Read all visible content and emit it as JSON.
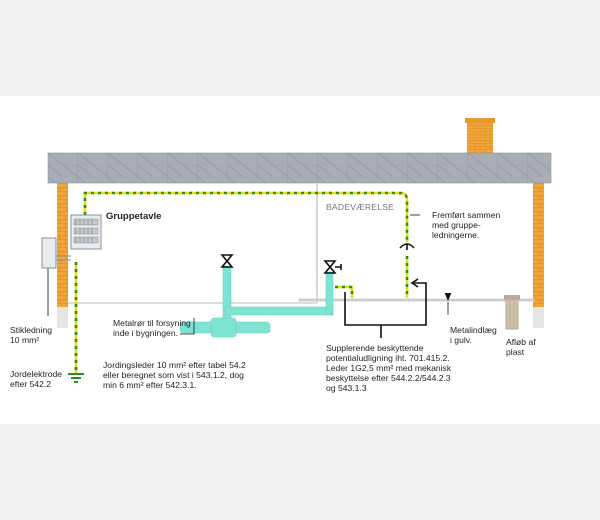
{
  "labels": {
    "gruppetavle": "Gruppetavle",
    "badevaerelse": "BADEVÆRELSE",
    "fremfoert": "Fremført sammen\nmed gruppe-\nledningerne.",
    "metalroer": "Metalrør til forsyning\ninde i bygningen.",
    "stikledning": "Stikledning\n10 mm²",
    "jordelektrode": "Jordelektrode\nefter 542.2",
    "jordingsleder": "Jordingsleder 10 mm² efter tabel 54.2\neller beregnet som vist i 543.1.2, dog\nmin 6 mm² efter 542.3.1.",
    "supplerende": "Supplerende beskyttende\npotentialudligning iht. 701.415.2.\nLeder 1G2,5 mm² med mekanisk\nbeskyttelse efter 544.2.2/544.2.3\nog 543.1.3",
    "metalindlaeg": "Metalindlæg\ni gulv.",
    "afloeb": "Afløb af\nplast"
  },
  "colors": {
    "roof": "#a9aeb5",
    "brick": "#f2a53a",
    "pipe": "#7fe3d2",
    "earth_yellow": "#e4e000",
    "earth_green": "#2f8a2f",
    "wall_line": "#d6d6d6",
    "floor_dots": "#c9cdd1"
  },
  "icons": [
    "valve-icon",
    "faucet-icon",
    "earth-symbol-icon",
    "distribution-board-icon",
    "meter-box-icon",
    "drain-icon"
  ]
}
